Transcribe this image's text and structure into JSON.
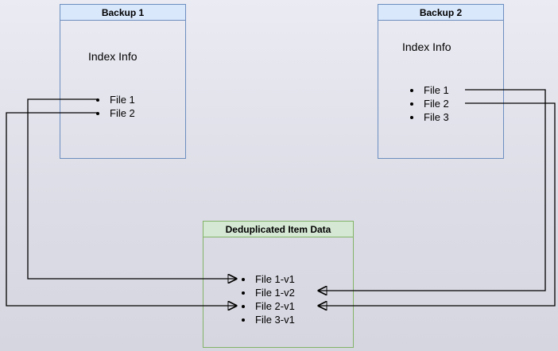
{
  "diagram": {
    "backup1": {
      "title": "Backup 1",
      "subtitle": "Index Info",
      "items": [
        "File 1",
        "File 2"
      ]
    },
    "backup2": {
      "title": "Backup 2",
      "subtitle": "Index Info",
      "items": [
        "File 1",
        "File 2",
        "File 3"
      ]
    },
    "dedup": {
      "title": "Deduplicated Item Data",
      "items": [
        "File 1-v1",
        "File 1-v2",
        "File 2-v1",
        "File 3-v1"
      ]
    },
    "connections": [
      {
        "from": "Backup 1 / File 1",
        "to": "File 1-v1"
      },
      {
        "from": "Backup 1 / File 2",
        "to": "File 2-v1"
      },
      {
        "from": "Backup 2 / File 1",
        "to": "File 1-v2"
      },
      {
        "from": "Backup 2 / File 2",
        "to": "File 2-v1"
      }
    ],
    "colors": {
      "backup_header_fill": "#dae8fc",
      "backup_border": "#6c8ebf",
      "dedup_header_fill": "#d5e8d4",
      "dedup_border": "#82b366",
      "arrow": "#000000",
      "background_top": "#ebebf3",
      "background_bottom": "#d6d6e0"
    }
  }
}
